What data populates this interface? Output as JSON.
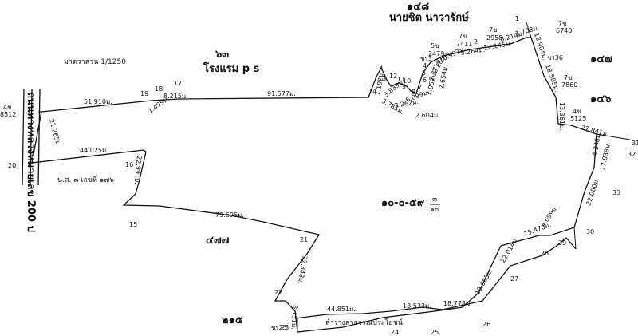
{
  "scale": "มาตราส่วน 1/1250",
  "hotel": {
    "num": "๖๓",
    "name": "โรงแรม p s"
  },
  "top_neighbor": {
    "num": "๑๔๘",
    "name": "นายชิต นาวารักษ์"
  },
  "left_road": "ถนนทางหลวงหมายเลข 200 ป",
  "ns3": "น.ส. ๓ เลขที่ ๑๗๖",
  "area_main": "๑๐-๐-๕๙",
  "area_frac_num": "๓",
  "area_frac_den": "๑๐",
  "parcels": {
    "p477": "๔๗๗",
    "p215": "๒๑๕",
    "p147": "๑๔๗",
    "p146": "๑๔๖"
  },
  "public_road": "ลำรางสาธารณประโยชน์",
  "markers": {
    "m4_8512": [
      "4ข",
      "8512"
    ],
    "m5_2479": [
      "5ข",
      "2479"
    ],
    "m7_7411": [
      "7ข",
      "7411"
    ],
    "m7_2958": [
      "7ข",
      "2958"
    ],
    "m7_6740": [
      "7ข",
      "6740"
    ],
    "m7_7860": [
      "7ข",
      "7860"
    ],
    "m4_5125": [
      "4ข",
      "5125"
    ],
    "ch3": "ชร3",
    "ch36": "ชร36",
    "ch23": "ชร23"
  },
  "points": [
    "1",
    "2",
    "3",
    "4",
    "5",
    "6",
    "7",
    "8",
    "9",
    "10",
    "11",
    "12",
    "13",
    "14",
    "15",
    "16",
    "17",
    "18",
    "19",
    "20",
    "21",
    "22",
    "23",
    "24",
    "25",
    "26",
    "27",
    "28",
    "29",
    "30",
    "31",
    "32",
    "33"
  ],
  "distances": {
    "d51_910": "51.910ม.",
    "d21_265": "21.265ม.",
    "d44_025": "44.025ม.",
    "d22_991": "22.991ม.",
    "d79_695": "79.695ม.",
    "d32_348": "32.348ม.",
    "d8_151": "8.151ม.",
    "d44_851": "44.851ม.",
    "d18_533": "18.533ม.",
    "d18_778": "18.778ม.",
    "d19_665": "19.665ม.",
    "d22_014": "22.014ม.",
    "d15_470": "15.470ม.",
    "d4_699": "4.699ม.",
    "d22_080": "22.080ม.",
    "d17_838": "17.838ม.",
    "d4_348": "4.348ม.",
    "d27_841": "27.841ม.",
    "d13_361": "13.361ม.",
    "d18_585": "18.585ม.",
    "d12_904": "12.904ม.",
    "d8_214": "8.214ม.",
    "d1_708": "1.708ม.",
    "d12_145": "12.145ม.",
    "d5_264": "5.264ม.",
    "d10_997": "10.997ม.",
    "d2_265": "2.265ม.",
    "d2_371": "2.371ม.",
    "d2_654": "2.654ม.",
    "d7_052": "7.052ม.",
    "d2_604": "2.604ม.",
    "d6_099": "6.099ม.",
    "d3_262": "3.262ม.",
    "d3_785": "3.785ม.",
    "d3_839": "3.839ม.",
    "d7_192": "7.192ม.",
    "d91_577": "91.577ม.",
    "d8_215": "8.215ม.",
    "d1_499": "1.499ม."
  }
}
